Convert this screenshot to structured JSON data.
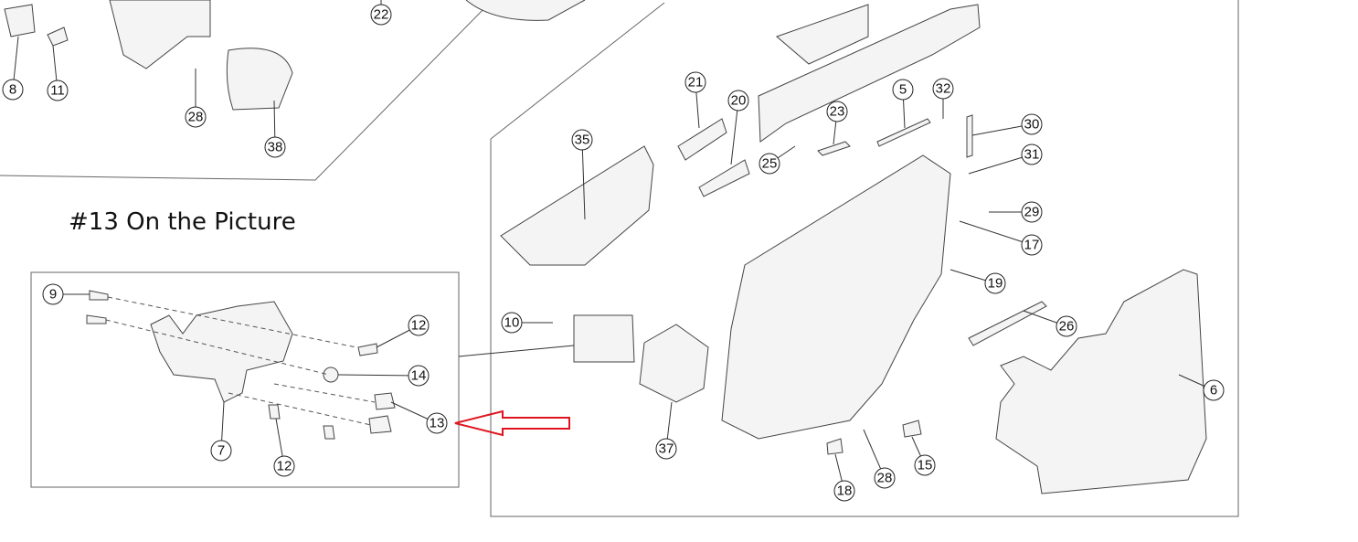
{
  "annotation": {
    "title": "#13 On the Picture",
    "arrow_color": "#e0141e"
  },
  "callouts": [
    "8",
    "11",
    "22",
    "28",
    "38",
    "21",
    "20",
    "5",
    "32",
    "30",
    "23",
    "25",
    "35",
    "31",
    "29",
    "17",
    "19",
    "26",
    "6",
    "10",
    "12",
    "14",
    "13",
    "7",
    "12",
    "37",
    "28",
    "15",
    "18",
    "9"
  ]
}
